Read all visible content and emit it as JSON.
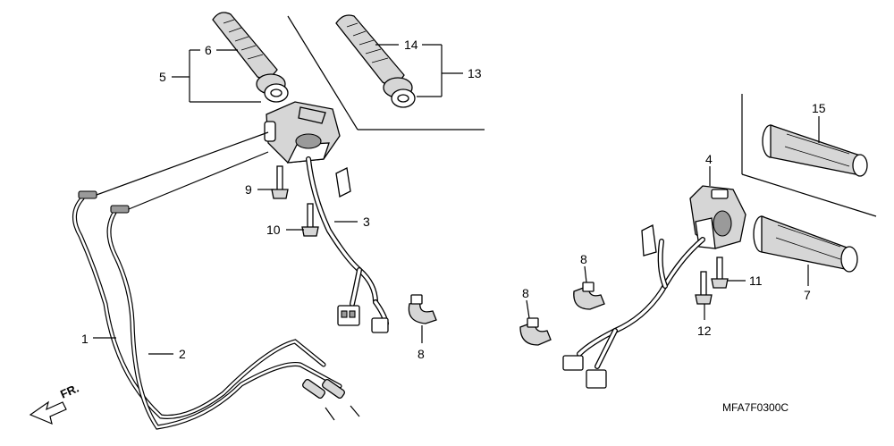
{
  "diagram": {
    "callouts": [
      {
        "id": "c1",
        "text": "1"
      },
      {
        "id": "c2",
        "text": "2"
      },
      {
        "id": "c3",
        "text": "3"
      },
      {
        "id": "c4",
        "text": "4"
      },
      {
        "id": "c5",
        "text": "5"
      },
      {
        "id": "c6",
        "text": "6"
      },
      {
        "id": "c7",
        "text": "7"
      },
      {
        "id": "c8a",
        "text": "8"
      },
      {
        "id": "c8b",
        "text": "8"
      },
      {
        "id": "c8c",
        "text": "8"
      },
      {
        "id": "c9",
        "text": "9"
      },
      {
        "id": "c10",
        "text": "10"
      },
      {
        "id": "c11",
        "text": "11"
      },
      {
        "id": "c12",
        "text": "12"
      },
      {
        "id": "c13",
        "text": "13"
      },
      {
        "id": "c14",
        "text": "14"
      },
      {
        "id": "c15",
        "text": "15"
      }
    ],
    "front_indicator": "FR.",
    "diagram_code": "MFA7F0300C"
  }
}
